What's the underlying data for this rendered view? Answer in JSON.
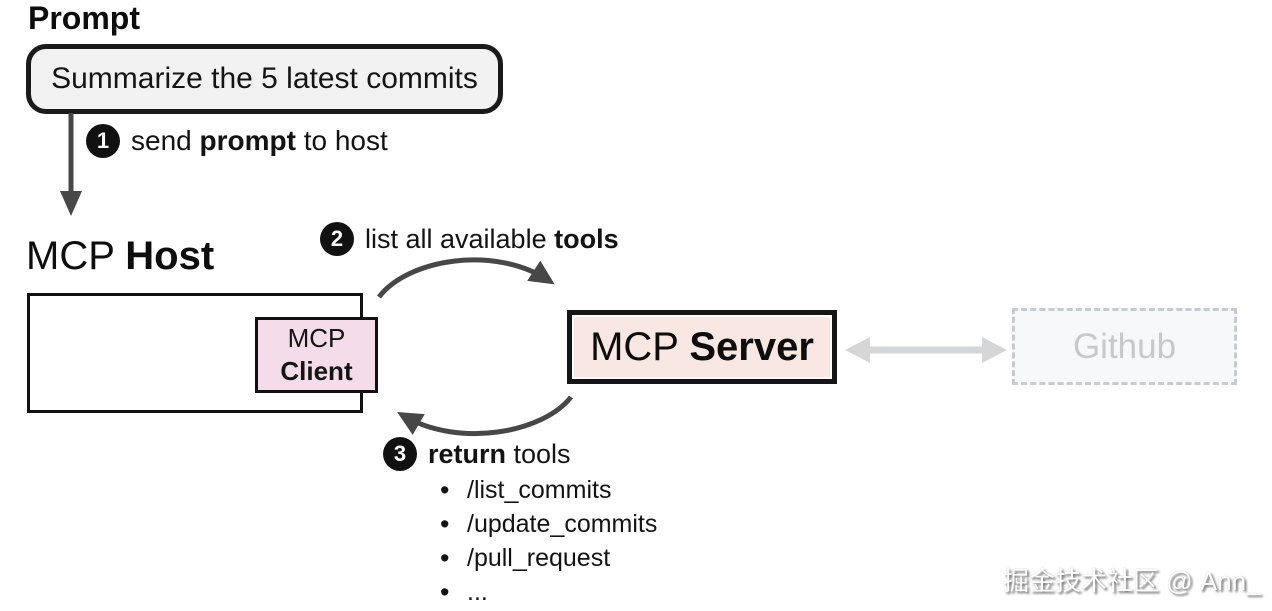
{
  "colors": {
    "background": "#ffffff",
    "ink": "#111111",
    "arrow_dark": "#474747",
    "prompt_box_fill": "#f2f2f2",
    "client_fill": "#f4dcea",
    "server_fill": "#f8e7e3",
    "gray_arrow": "#d4d6d8",
    "github_border": "#c8cacd",
    "github_text": "#c6c9cc",
    "github_fill": "#f7f8fa"
  },
  "prompt": {
    "heading": "Prompt",
    "message": "Summarize the 5 latest commits"
  },
  "steps": [
    {
      "number": "1",
      "pre": "send ",
      "emphasis": "prompt",
      "post": " to host"
    },
    {
      "number": "2",
      "pre": "list all available ",
      "emphasis": "tools",
      "post": ""
    },
    {
      "number": "3",
      "pre": "",
      "emphasis": "return",
      "post": " tools"
    }
  ],
  "host": {
    "title_plain": "MCP ",
    "title_bold": "Host"
  },
  "client": {
    "line1": "MCP",
    "line2": "Client"
  },
  "server": {
    "title_plain": "MCP ",
    "title_bold": "Server"
  },
  "github": {
    "label": "Github"
  },
  "tools": [
    "/list_commits",
    "/update_commits",
    "/pull_request",
    "..."
  ],
  "watermark": "掘金技术社区 @ Ann_"
}
